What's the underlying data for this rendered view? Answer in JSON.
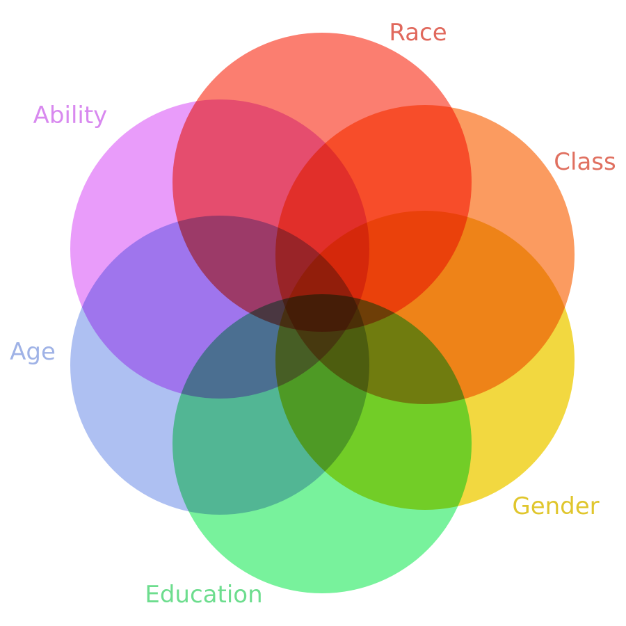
{
  "diagram": {
    "type": "venn",
    "sets": [
      {
        "id": "race",
        "label": "Race",
        "circle_color": "#fb7e70",
        "label_color": "#e0685c"
      },
      {
        "id": "class",
        "label": "Class",
        "circle_color": "#fb9b60",
        "label_color": "#e07060"
      },
      {
        "id": "gender",
        "label": "Gender",
        "circle_color": "#f2d840",
        "label_color": "#e0c62c"
      },
      {
        "id": "education",
        "label": "Education",
        "circle_color": "#78f29c",
        "label_color": "#6ddd8e"
      },
      {
        "id": "age",
        "label": "Age",
        "circle_color": "#aec0f2",
        "label_color": "#9fb2e6"
      },
      {
        "id": "ability",
        "label": "Ability",
        "circle_color": "#e99cfa",
        "label_color": "#d889ef"
      }
    ]
  }
}
